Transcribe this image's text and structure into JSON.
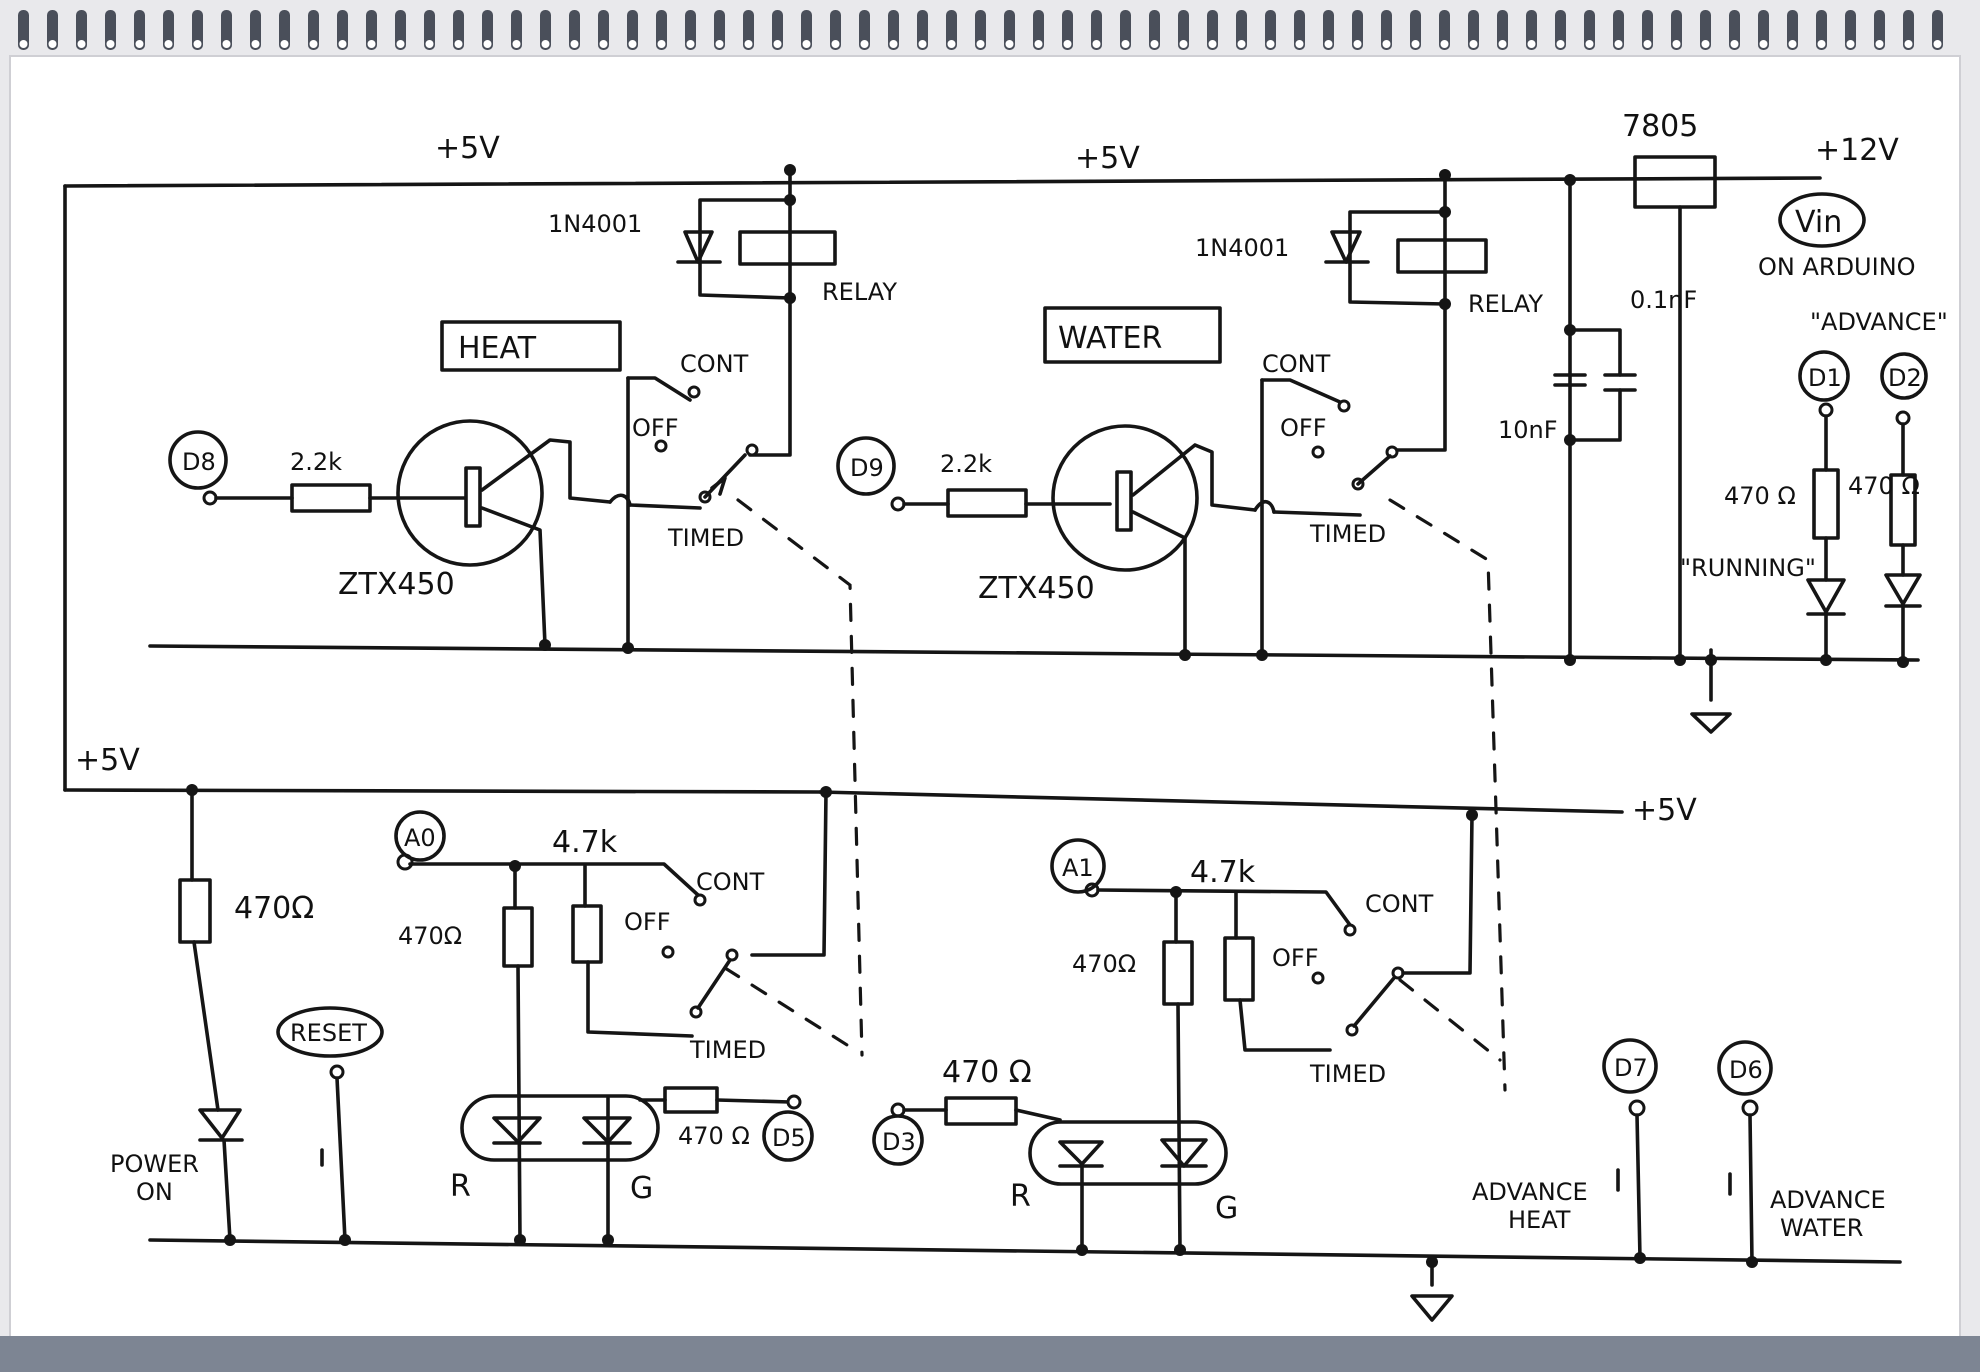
{
  "rails": {
    "top_left_5v": "+5V",
    "top_mid_5v": "+5V",
    "top_12v": "+12V",
    "lower_left_5v": "+5V",
    "lower_right_5v": "+5V"
  },
  "regulator": {
    "name": "7805",
    "vin": "Vin",
    "vin_note": "ON ARDUINO"
  },
  "caps": {
    "c1": "0.1nF",
    "c2": "10nF"
  },
  "heat": {
    "title": "HEAT",
    "pin": "D8",
    "resistor": "2.2k",
    "transistor": "ZTX450",
    "diode": "1N4001",
    "relay": "RELAY",
    "sw_cont": "CONT",
    "sw_off": "OFF",
    "sw_timed": "TIMED"
  },
  "water": {
    "title": "WATER",
    "pin": "D9",
    "resistor": "2.2k",
    "transistor": "ZTX450",
    "diode": "1N4001",
    "relay": "RELAY",
    "sw_cont": "CONT",
    "sw_off": "OFF",
    "sw_timed": "TIMED"
  },
  "status": {
    "advance_label": "\"ADVANCE\"",
    "running_label": "\"RUNNING\"",
    "d1": "D1",
    "d2": "D2",
    "r1": "470 Ω",
    "r2": "470 Ω"
  },
  "lower_left": {
    "power_res": "470Ω",
    "power_label_1": "POWER",
    "power_label_2": "ON",
    "reset": "RESET",
    "pin": "A0",
    "r_top": "4.7k",
    "r_left": "470Ω",
    "sw_cont": "CONT",
    "sw_off": "OFF",
    "sw_timed": "TIMED",
    "led_r": "R",
    "led_g": "G",
    "res_led": "470 Ω",
    "out_pin": "D5"
  },
  "lower_right": {
    "pin": "A1",
    "r_top": "4.7k",
    "r_left": "470Ω",
    "sw_cont": "CONT",
    "sw_off": "OFF",
    "sw_timed": "TIMED",
    "in_pin": "D3",
    "res_led": "470 Ω",
    "led_r": "R",
    "led_g": "G",
    "d7": "D7",
    "d6": "D6",
    "adv_heat_1": "ADVANCE",
    "adv_heat_2": "HEAT",
    "adv_water_1": "ADVANCE",
    "adv_water_2": "WATER"
  }
}
